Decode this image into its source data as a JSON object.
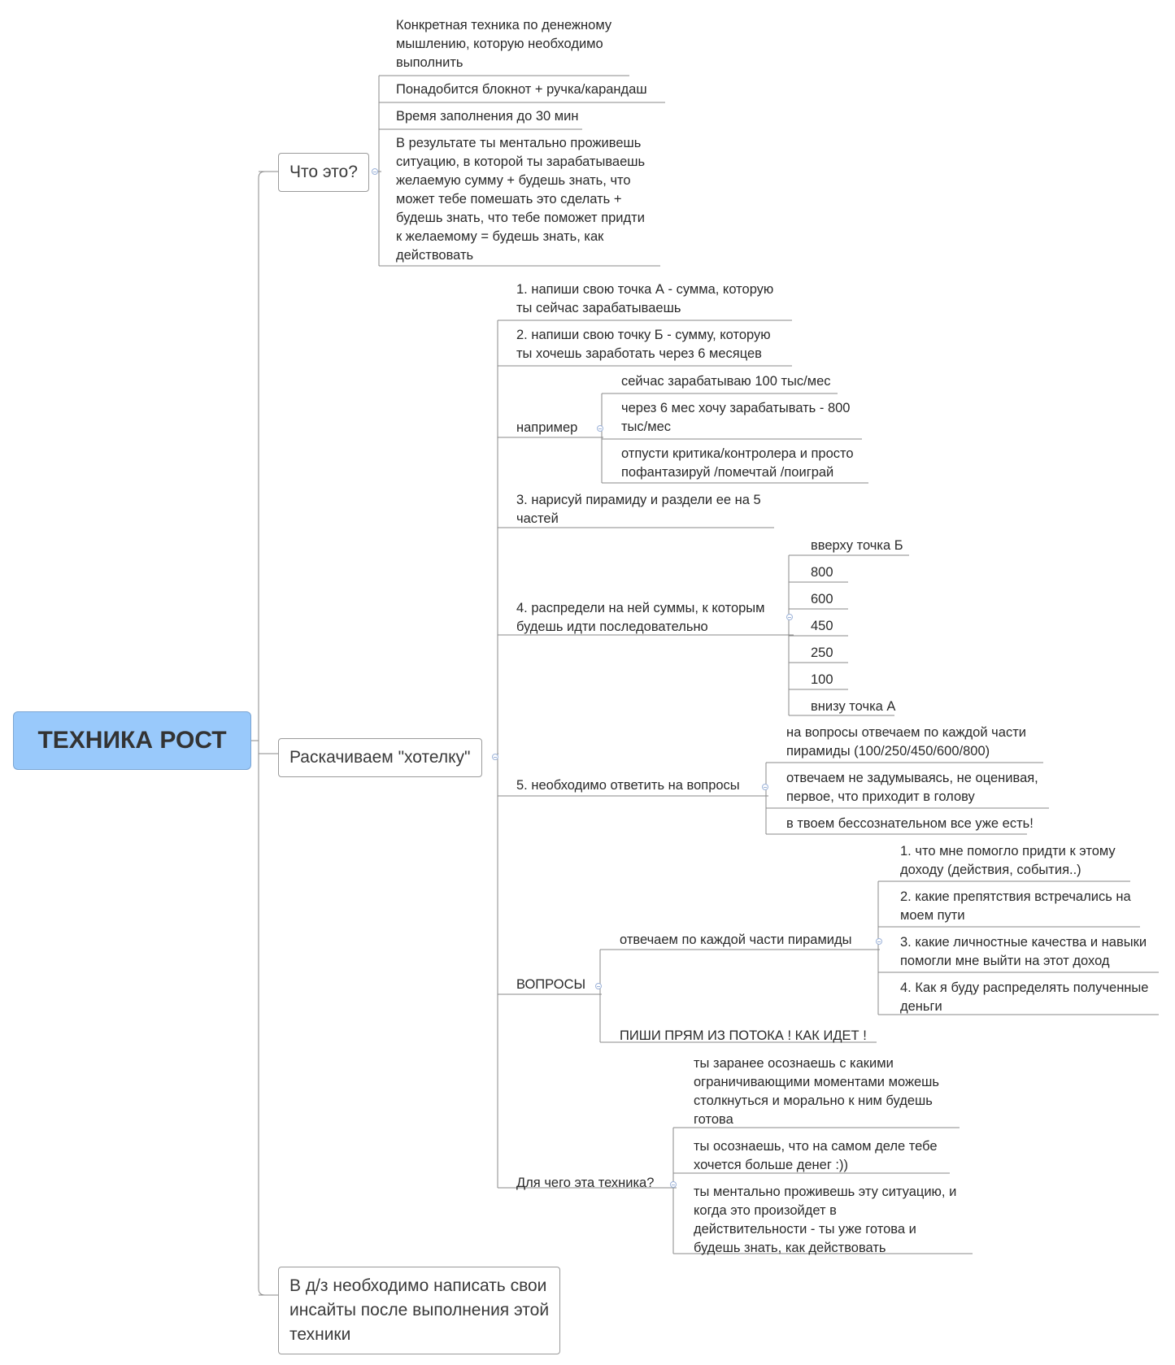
{
  "root": {
    "label": "ТЕХНИКА РОСТ"
  },
  "branches": {
    "what": {
      "label": "Что это?",
      "items": [
        "Конкретная техника по денежному\nмышлению, которую необходимо\nвыполнить",
        "Понадобится блокнот + ручка/карандаш",
        "Время заполнения до 30 мин",
        "В результате ты ментально проживешь\nситуацию, в которой ты зарабатываешь\nжелаемую сумму + будешь знать, что\nможет тебе помешать это сделать +\nбудешь знать, что тебе поможет придти\nк желаемому = будешь знать, как\nдействовать"
      ]
    },
    "pump": {
      "label": "Раскачиваем \"хотелку\"",
      "step1": "1. напиши свою точка А - сумма, которую\nты сейчас зарабатываешь",
      "step2": "2. напиши свою точку Б - сумму, которую\nты хочешь заработать через 6 месяцев",
      "example": {
        "label": "например",
        "items": [
          "сейчас зарабатываю 100 тыс/мес",
          "через 6 мес хочу зарабатывать - 800\nтыс/мес",
          "отпусти критика/контролера и просто\nпофантазируй /помечтай /поиграй"
        ]
      },
      "step3": "3. нарисуй пирамиду и раздели ее на 5\nчастей",
      "step4": {
        "label": "4. распредели на ней суммы, к которым\nбудешь идти последовательно",
        "items": [
          "вверху точка Б",
          "800",
          "600",
          "450",
          "250",
          "100",
          "внизу точка А"
        ]
      },
      "step5": {
        "label": "5. необходимо ответить на вопросы",
        "items": [
          "на вопросы отвечаем по каждой части\nпирамиды (100/250/450/600/800)",
          "отвечаем не задумываясь, не оценивая,\nпервое, что приходит в голову",
          "в твоем бессознательном все уже есть!"
        ]
      },
      "questions": {
        "label": "ВОПРОСЫ",
        "answer": {
          "label": "отвечаем по каждой части пирамиды",
          "items": [
            "1. что мне помогло придти к этому\nдоходу (действия, события..)",
            "2. какие препятствия встречались на\nмоем пути",
            "3. какие личностные качества и навыки\nпомогли мне выйти на этот доход",
            "4. Как я буду распределять полученные\nденьги"
          ]
        },
        "flow": "ПИШИ ПРЯМ ИЗ ПОТОКА ! КАК ИДЕТ !"
      },
      "purpose": {
        "label": "Для чего эта техника?",
        "items": [
          "ты заранее осознаешь с какими\nограничивающими моментами можешь\nстолкнуться и морально к ним будешь\nготова",
          "ты осознаешь, что на самом деле тебе\nхочется больше денег :))",
          "ты ментально проживешь эту ситуацию, и\nкогда это произойдет в\nдействительности - ты уже готова и\nбудешь знать, как действовать"
        ]
      }
    },
    "homework": {
      "label": "В д/з необходимо написать свои\nинсайты после выполнения этой\nтехники"
    }
  }
}
